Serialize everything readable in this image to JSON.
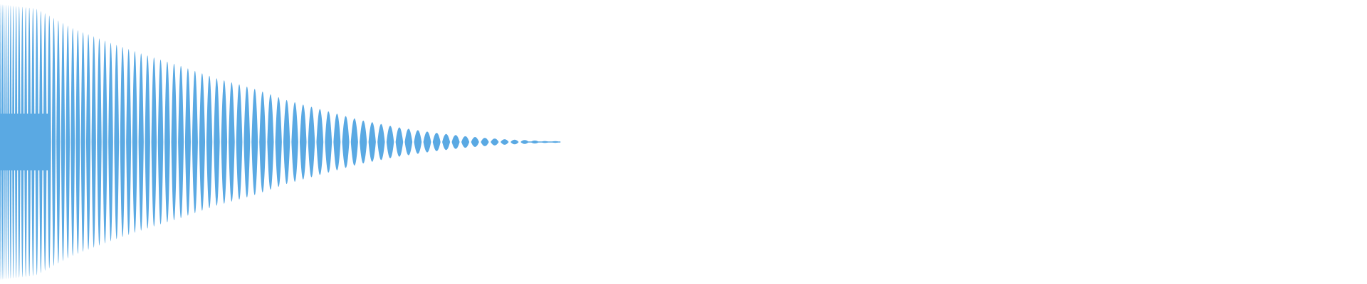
{
  "colors": {
    "background": "#ffffff",
    "waveform": "#5aa9e3"
  },
  "chart_data": {
    "type": "area",
    "title": "",
    "xlabel": "",
    "ylabel": "",
    "grid": false,
    "legend": "none",
    "xlim": [
      0,
      1
    ],
    "ylim": [
      -1,
      1
    ],
    "series": [
      {
        "kind": "decaying-oscillation-envelope",
        "lobes": 84,
        "samples": [
          {
            "t": 0.0,
            "amplitude": 0.99
          },
          {
            "t": 0.05,
            "amplitude": 0.96
          },
          {
            "t": 0.1,
            "amplitude": 0.82
          },
          {
            "t": 0.15,
            "amplitude": 0.72
          },
          {
            "t": 0.2,
            "amplitude": 0.63
          },
          {
            "t": 0.25,
            "amplitude": 0.55
          },
          {
            "t": 0.3,
            "amplitude": 0.46
          },
          {
            "t": 0.35,
            "amplitude": 0.39
          },
          {
            "t": 0.4,
            "amplitude": 0.3
          },
          {
            "t": 0.45,
            "amplitude": 0.23
          },
          {
            "t": 0.5,
            "amplitude": 0.16
          },
          {
            "t": 0.55,
            "amplitude": 0.11
          },
          {
            "t": 0.6,
            "amplitude": 0.07
          },
          {
            "t": 0.65,
            "amplitude": 0.04
          },
          {
            "t": 0.7,
            "amplitude": 0.02
          },
          {
            "t": 0.75,
            "amplitude": 0.01
          },
          {
            "t": 0.78,
            "amplitude": 0.0
          },
          {
            "t": 1.0,
            "amplitude": 0.0
          }
        ]
      }
    ]
  }
}
